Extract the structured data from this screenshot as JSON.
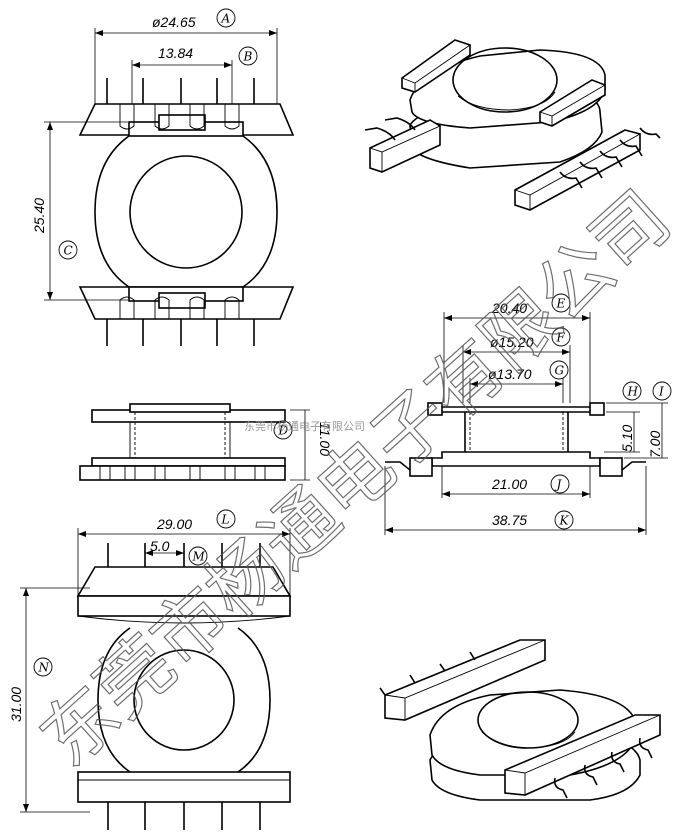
{
  "dimensions": {
    "a": {
      "value": "ø24.65",
      "label": "A"
    },
    "b": {
      "value": "13.84",
      "label": "B"
    },
    "c": {
      "value": "25.40",
      "label": "C"
    },
    "d": {
      "value": "11.00",
      "label": "D"
    },
    "e": {
      "value": "20.40",
      "label": "E"
    },
    "f": {
      "value": "ø15.20",
      "label": "F"
    },
    "g": {
      "value": "ø13.70",
      "label": "G"
    },
    "h": {
      "value": "7.00",
      "label": "H"
    },
    "i": {
      "value": "5.10",
      "label": "I"
    },
    "j": {
      "value": "21.00",
      "label": "J"
    },
    "k": {
      "value": "38.75",
      "label": "K"
    },
    "l": {
      "value": "29.00",
      "label": "L"
    },
    "m": {
      "value": "5.0",
      "label": "M"
    },
    "n": {
      "value": "31.00",
      "label": "N"
    }
  },
  "watermark": {
    "large": "东莞市杨通电子有限公司",
    "small": "东莞市杨通电子有限公司"
  }
}
